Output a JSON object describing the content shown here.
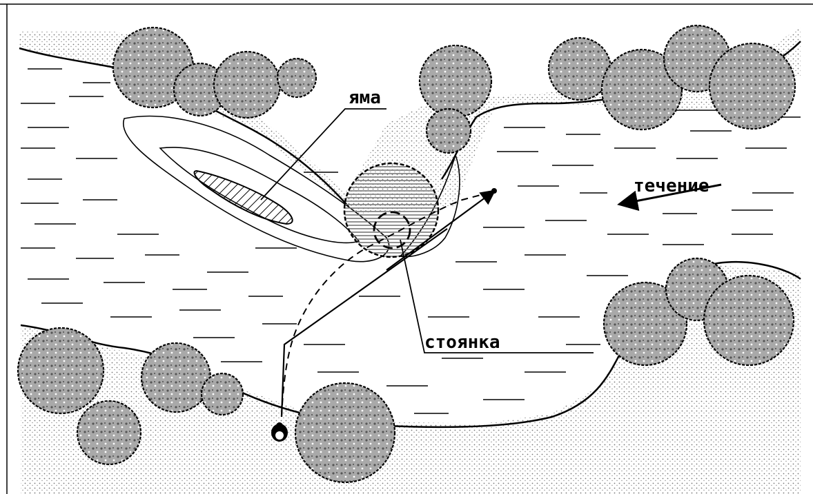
{
  "labels": {
    "pit": "яма",
    "current": "течение",
    "spot": "стоянка"
  },
  "colors": {
    "ink": "#000000",
    "paper": "#ffffff",
    "tree_fill": "#a9a9a9",
    "tree_center": "#6a6a6a",
    "sand_dots": "#777777"
  }
}
